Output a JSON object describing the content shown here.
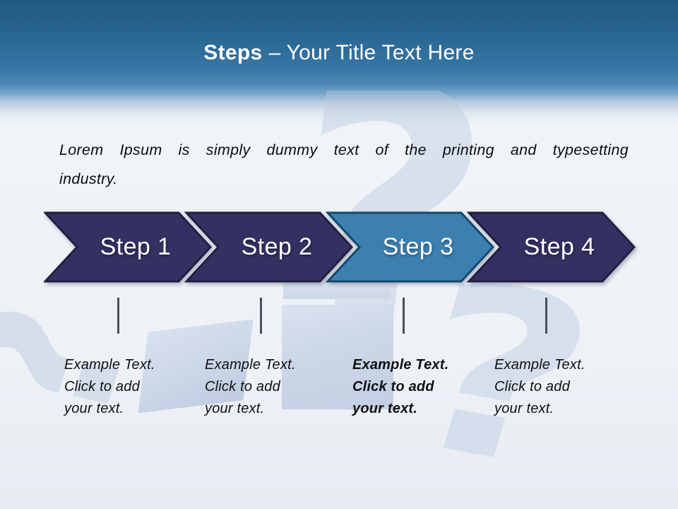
{
  "title": {
    "bold": "Steps",
    "regular": "– Your Title Text Here"
  },
  "intro": {
    "line1": "Lorem Ipsum is simply dummy text of the printing and typesetting",
    "line2": "industry."
  },
  "steps": [
    {
      "label": "Step 1",
      "highlighted": false,
      "description": [
        "Example Text.",
        "Click  to add",
        "your text."
      ]
    },
    {
      "label": "Step 2",
      "highlighted": false,
      "description": [
        "Example Text.",
        "Click  to add",
        "your text."
      ]
    },
    {
      "label": "Step 3",
      "highlighted": true,
      "description": [
        "Example Text.",
        "Click  to add",
        "your text."
      ]
    },
    {
      "label": "Step 4",
      "highlighted": false,
      "description": [
        "Example Text.",
        "Click  to add",
        "your text."
      ]
    }
  ],
  "watermark": {
    "glyph": "?"
  },
  "colors": {
    "header_gradient_top": "#1f5981",
    "header_gradient_mid": "#3876a6",
    "page_background": "#eef2f7",
    "chevron_navy_fill": "#343061",
    "chevron_navy_border": "#221f44",
    "chevron_highlight_fill": "#3c80b2",
    "chevron_highlight_border": "#14486b",
    "step_text": "#ffffff",
    "tick": "#4e4e58",
    "body_text": "#0d0d0d",
    "watermark_blue": "#c6d2e5"
  }
}
